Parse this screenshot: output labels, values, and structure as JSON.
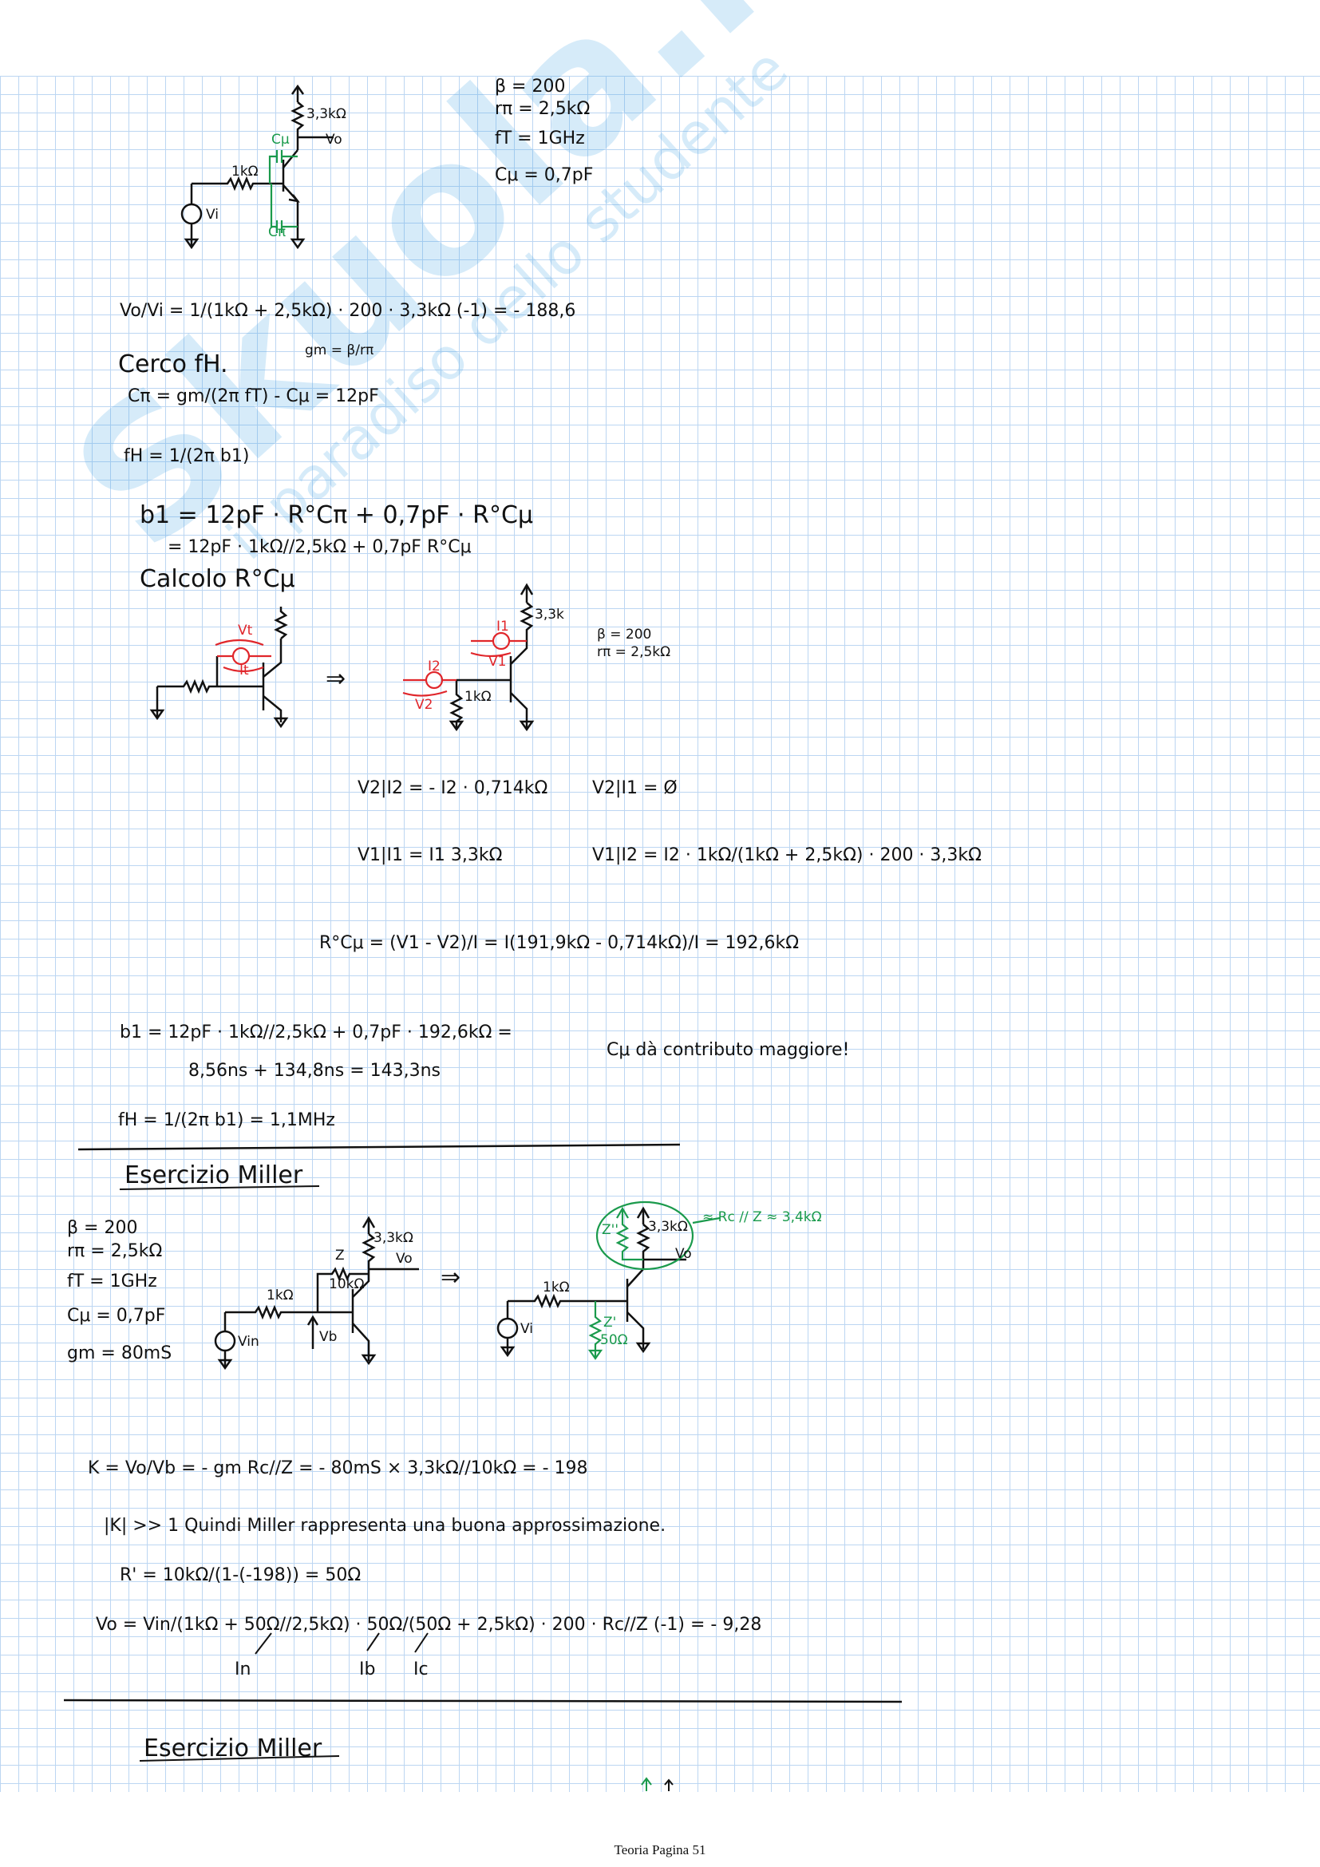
{
  "footer": {
    "page_label": "Teoria Pagina 51"
  },
  "watermark": {
    "text": "Skuola.net",
    "subtext": "il paradiso dello studente"
  },
  "section1": {
    "params": [
      "β = 200",
      "rπ = 2,5kΩ",
      "fT = 1GHz",
      "Cμ = 0,7pF"
    ],
    "circuit_labels": {
      "rc": "3,3kΩ",
      "vo": "Vo",
      "rs": "1kΩ",
      "vi": "Vi",
      "cmu": "Cμ",
      "cpi": "Cπ"
    },
    "gain_eq": "Vo/Vi = 1/(1kΩ + 2,5kΩ) · 200 · 3,3kΩ (-1) = - 188,6",
    "cerco": "Cerco fH.",
    "gm_note": "gm = β/rπ",
    "cpi_eq": "Cπ = gm/(2π fT) - Cμ = 12pF",
    "fh_def": "fH = 1/(2π b1)",
    "b1_line1": "b1 = 12pF · R°Cπ + 0,7pF · R°Cμ",
    "b1_line2": "= 12pF · 1kΩ//2,5kΩ + 0,7pF R°Cμ",
    "calcolo": "Calcolo R°Cμ"
  },
  "section2": {
    "left_labels": {
      "vt": "Vt",
      "it": "It"
    },
    "arrow": "⇒",
    "right_labels": {
      "rc": "3,3k",
      "i1": "I1",
      "v1": "V1",
      "i2": "I2",
      "v2": "V2",
      "rs": "1kΩ"
    },
    "params": [
      "β = 200",
      "rπ = 2,5kΩ"
    ],
    "eq_v2_i2": "V2|I2 = - I2 · 0,714kΩ",
    "eq_v2_i1": "V2|I1 = Ø",
    "eq_v1_i1": "V1|I1 = I1 3,3kΩ",
    "eq_v1_i2": "V1|I2 = I2 · 1kΩ/(1kΩ + 2,5kΩ) · 200 · 3,3kΩ",
    "eq_rcmu": "R°Cμ = (V1 - V2)/I = I(191,9kΩ - 0,714kΩ)/I = 192,6kΩ",
    "b1_final": "b1 = 12pF · 1kΩ//2,5kΩ + 0,7pF · 192,6kΩ =",
    "b1_values": "8,56ns      +      134,8ns      =  143,3ns",
    "note": "Cμ dà contributo maggiore!",
    "fh_result": "fH = 1/(2π b1) = 1,1MHz"
  },
  "section3": {
    "title": "Esercizio Miller",
    "params": [
      "β = 200",
      "rπ = 2,5kΩ",
      "fT = 1GHz",
      "Cμ = 0,7pF",
      "gm = 80mS"
    ],
    "circuit_labels": {
      "rc": "3,3kΩ",
      "vo": "Vo",
      "z": "Z",
      "z_val": "10kΩ",
      "rs": "1kΩ",
      "vin": "Vin",
      "vb": "Vb"
    },
    "arrow": "⇒",
    "miller_labels": {
      "z2": "Z''",
      "rc": "3,3kΩ",
      "vo": "Vo",
      "note": "≈ Rc // Z ≈ 3,4kΩ",
      "rs": "1kΩ",
      "z1": "Z'",
      "z1_val": "50Ω",
      "vi": "Vi"
    },
    "k_eq": "K = Vo/Vb = - gm Rc//Z = - 80mS × 3,3kΩ//10kΩ = - 198",
    "k_note": "|K| >> 1     Quindi     Miller     rappresenta     una     buona     approssimazione.",
    "r1_eq": "R' = 10kΩ/(1-(-198)) = 50Ω",
    "vo_eq": "Vo = Vin/(1kΩ + 50Ω//2,5kΩ) · 50Ω/(50Ω + 2,5kΩ) · 200 · Rc//Z (-1) = - 9,28",
    "currents": [
      "In",
      "Ib",
      "Ic"
    ]
  },
  "section4": {
    "title": "Esercizio Miller"
  }
}
